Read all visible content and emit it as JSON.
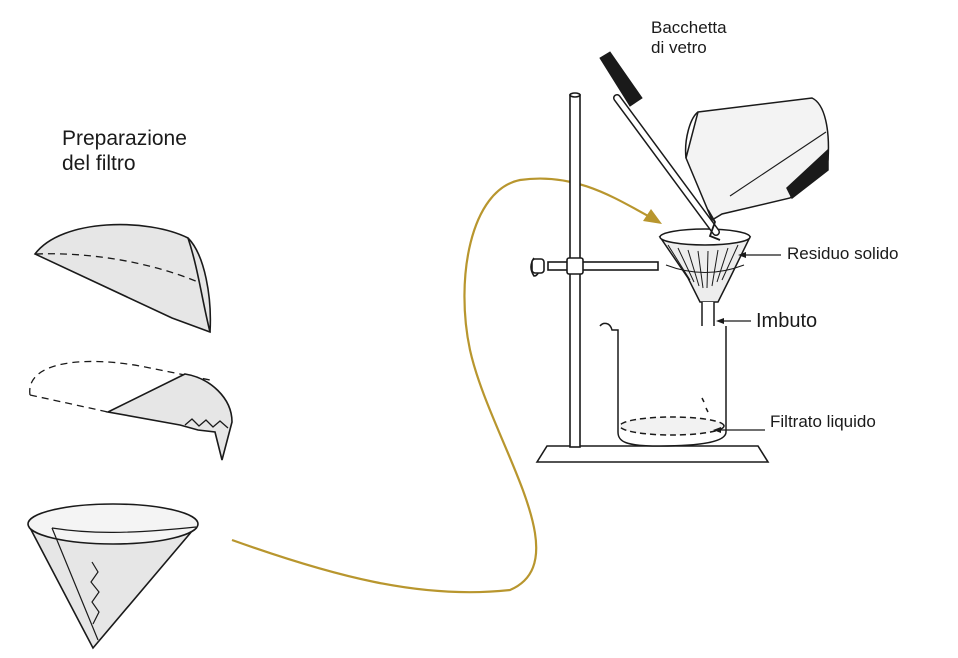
{
  "diagram": {
    "section_title": {
      "line1": "Preparazione",
      "line2": "del filtro"
    },
    "labels": {
      "glass_rod_line1": "Bacchetta",
      "glass_rod_line2": "di vetro",
      "solid_residue": "Residuo solido",
      "funnel": "Imbuto",
      "liquid_filtrate": "Filtrato liquido"
    },
    "colors": {
      "connector_arrow": "#b8962e",
      "paper_fill": "#e6e6e6",
      "ink": "#1a1a1a"
    },
    "icons": [
      "half-folded-filter-paper-icon",
      "quarter-folded-filter-paper-icon",
      "cone-filter-paper-icon",
      "ring-stand-icon",
      "filter-funnel-icon",
      "pouring-beaker-icon",
      "glass-rod-icon",
      "collecting-beaker-icon"
    ]
  }
}
